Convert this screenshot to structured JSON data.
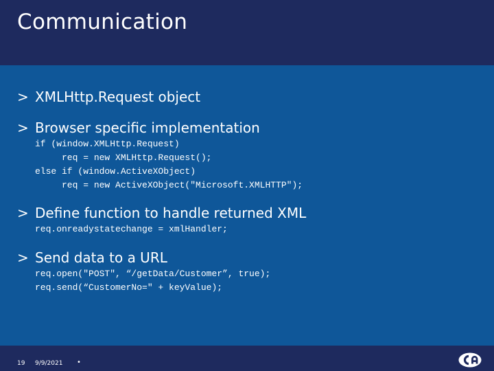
{
  "slide": {
    "title": "Communication",
    "bullets": [
      {
        "marker": ">",
        "text": "XMLHttp.Request object",
        "code": []
      },
      {
        "marker": ">",
        "text": "Browser specific implementation",
        "code": [
          "if (window.XMLHttp.Request)",
          "     req = new XMLHttp.Request();",
          "else if (window.ActiveXObject)",
          "     req = new ActiveXObject(\"Microsoft.XMLHTTP\");"
        ]
      },
      {
        "marker": ">",
        "text": "Define function to handle returned XML",
        "code": [
          "req.onreadystatechange = xmlHandler;"
        ]
      },
      {
        "marker": ">",
        "text": "Send data to a URL",
        "code": [
          "req.open(\"POST\", “/getData/Customer”, true);",
          "req.send(“CustomerNo=\" + keyValue);"
        ]
      }
    ]
  },
  "footer": {
    "page_number": "19",
    "date": "9/9/2021",
    "dot": "•",
    "logo_icon": "ca-logo"
  },
  "colors": {
    "content_bg": "#0f5799",
    "header_bg": "#1e2a5e",
    "text": "#ffffff"
  }
}
